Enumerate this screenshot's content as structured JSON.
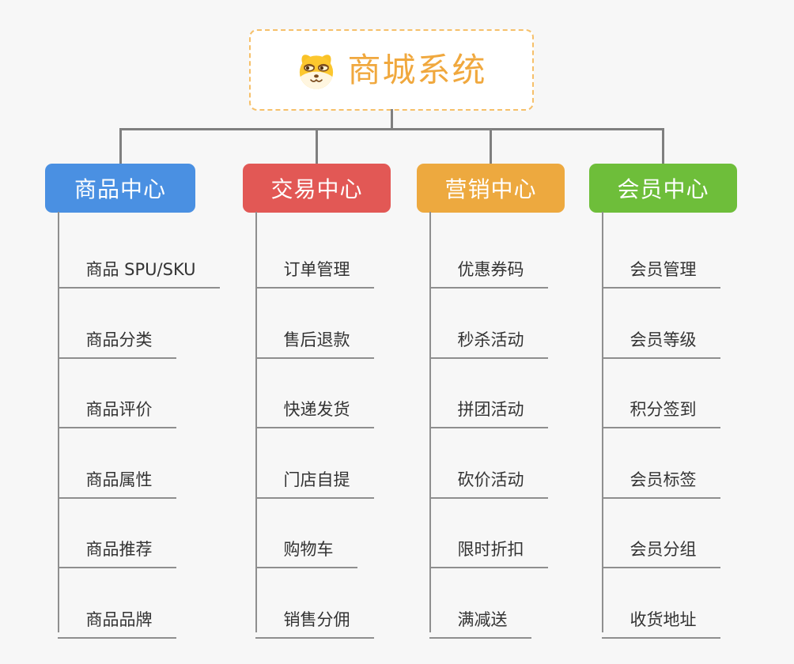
{
  "canvas": {
    "background": "#f7f7f7",
    "connector_color": "#7f7f7f",
    "leaf_line_color": "#8f8f8f",
    "leaf_text_color": "#333333"
  },
  "root": {
    "title": "商城系统",
    "icon": "dog-face-icon",
    "text_color": "#f0a83e",
    "border_color": "#f6c06a"
  },
  "branches": [
    {
      "label": "商品中心",
      "color": "#4a90e2",
      "children": [
        "商品 SPU/SKU",
        "商品分类",
        "商品评价",
        "商品属性",
        "商品推荐",
        "商品品牌"
      ]
    },
    {
      "label": "交易中心",
      "color": "#e25855",
      "children": [
        "订单管理",
        "售后退款",
        "快递发货",
        "门店自提",
        "购物车",
        "销售分佣"
      ]
    },
    {
      "label": "营销中心",
      "color": "#eda93f",
      "children": [
        "优惠券码",
        "秒杀活动",
        "拼团活动",
        "砍价活动",
        "限时折扣",
        "满减送"
      ]
    },
    {
      "label": "会员中心",
      "color": "#6ebe3a",
      "children": [
        "会员管理",
        "会员等级",
        "积分签到",
        "会员标签",
        "会员分组",
        "收货地址"
      ]
    }
  ]
}
